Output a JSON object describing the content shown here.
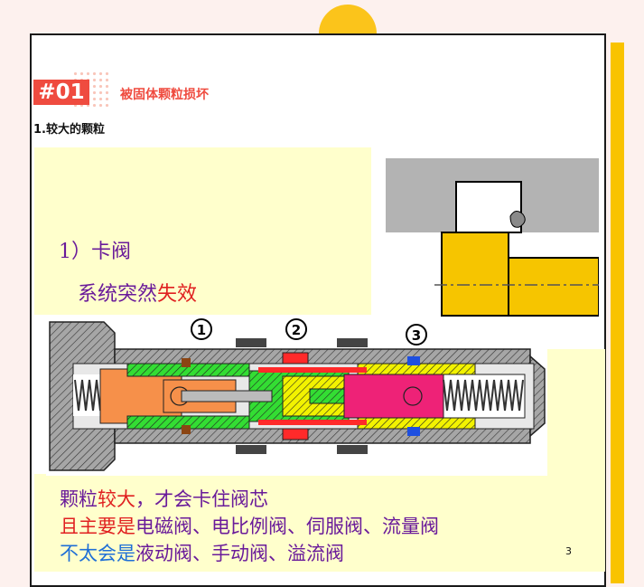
{
  "header": {
    "badge": "#01",
    "section_title": "被固体颗粒损坏",
    "subtitle": "1.较大的颗粒"
  },
  "content": {
    "item_title": "1）卡阀",
    "item_desc_a": "系统突然",
    "item_desc_b": "失效",
    "valve_labels": [
      "1",
      "2",
      "3"
    ],
    "line1_a": "颗粒",
    "line1_b": "较大",
    "line1_c": "，才会卡住阀芯",
    "line2_a": "且主要是",
    "line2_b": "电磁阀、电比例阀、伺服阀、流量阀",
    "line3_a": "不太会是",
    "line3_b": "液动阀、手动阀、溢流阀"
  },
  "footer": {
    "page_number": "3"
  },
  "colors": {
    "accent_red": "#ef4b3f",
    "accent_yellow": "#f9c300",
    "panel": "#ffffcc",
    "text_purple": "#6a1b9a",
    "text_blue": "#1f6fd6"
  }
}
